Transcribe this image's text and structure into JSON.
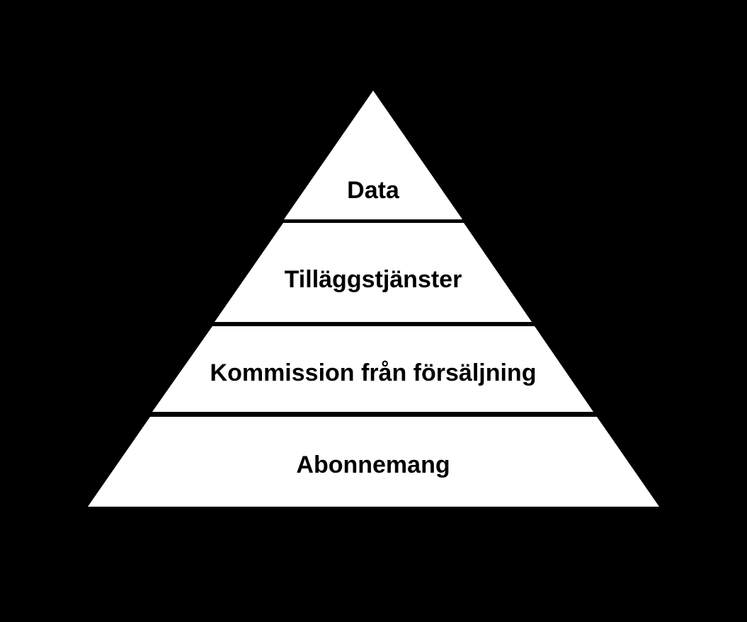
{
  "diagram": {
    "type": "pyramid",
    "background_color": "#000000",
    "fill_color": "#ffffff",
    "text_color": "#000000",
    "tiers_top_to_bottom": [
      {
        "label": "Data"
      },
      {
        "label": "Tilläggstjänster"
      },
      {
        "label": "Kommission från försäljning"
      },
      {
        "label": "Abonnemang"
      }
    ]
  }
}
